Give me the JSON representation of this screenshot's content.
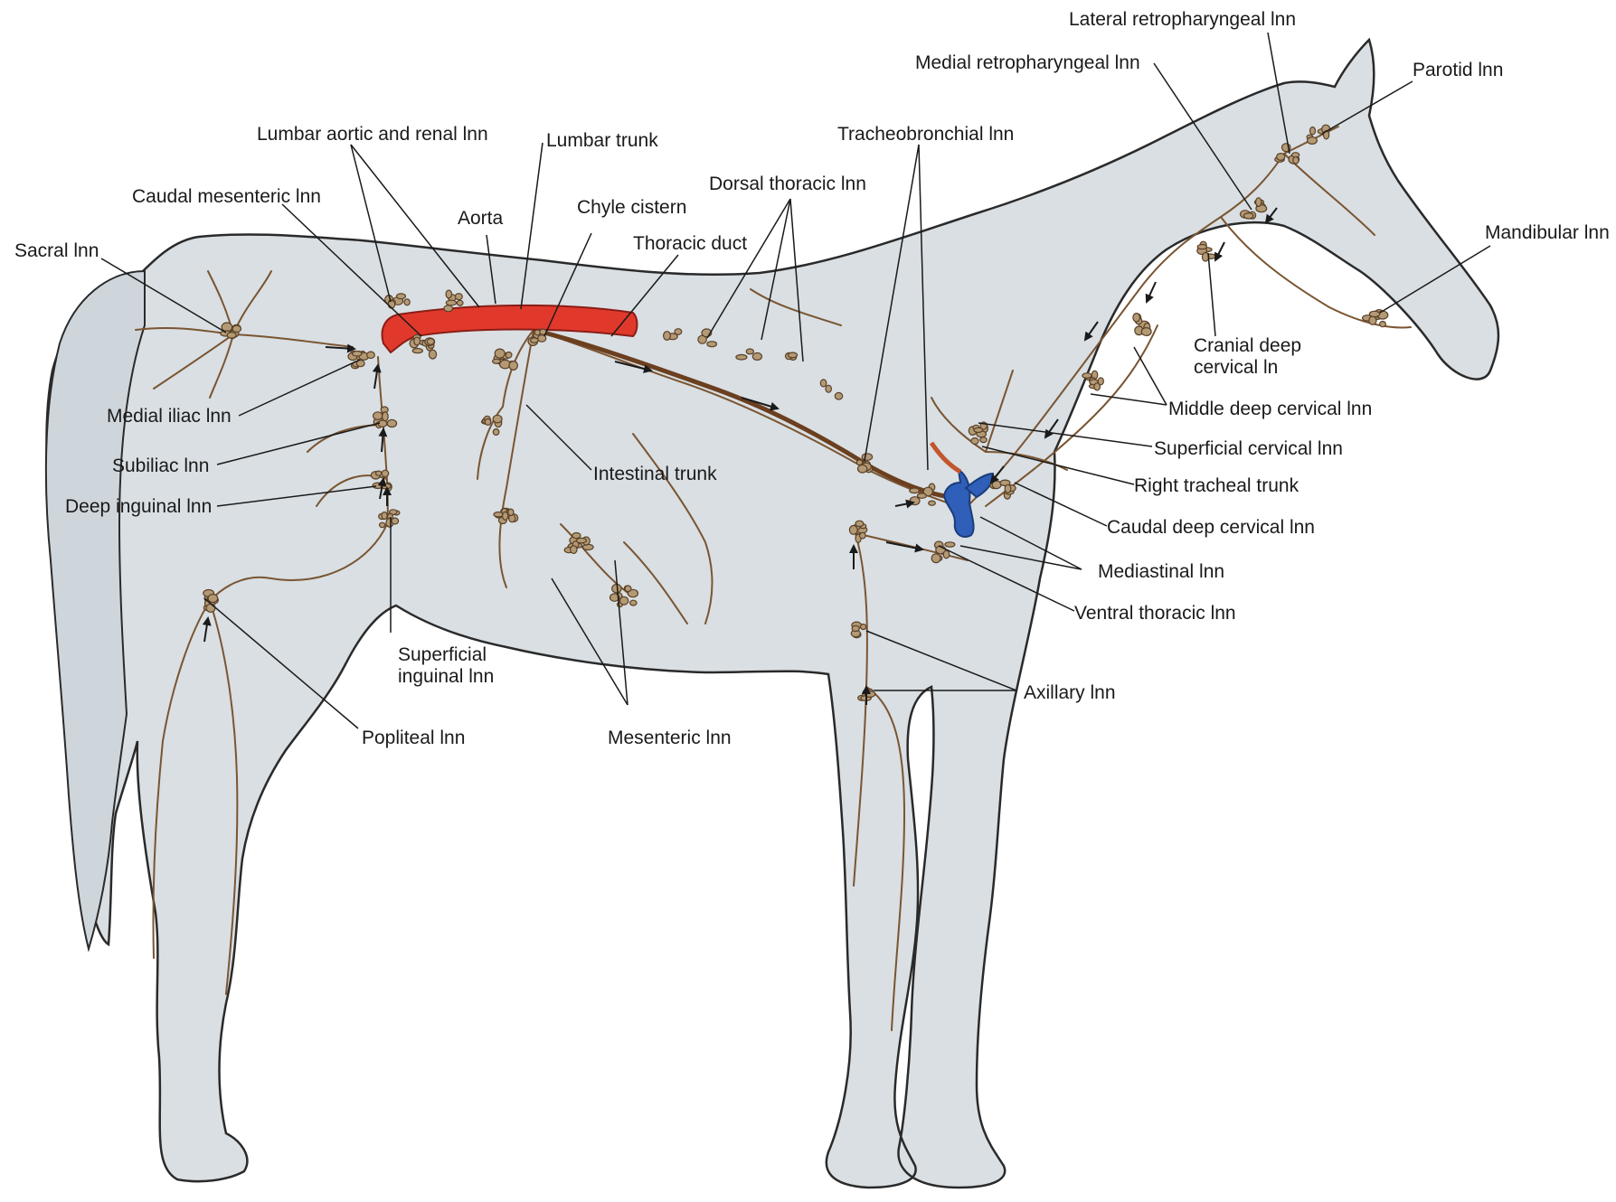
{
  "diagram": {
    "colors": {
      "body_fill": "#d9dfe3",
      "outline": "#2a2a2a",
      "lymph_vessel": "#7a5532",
      "lymph_node": "#b39a74",
      "aorta": "#e0392c",
      "vena": "#2f5fb8"
    },
    "labels": {
      "lateral_retropharyngeal": "Lateral retropharyngeal lnn",
      "medial_retropharyngeal": "Medial retropharyngeal lnn",
      "parotid": "Parotid lnn",
      "lumbar_aortic_renal": "Lumbar aortic and renal lnn",
      "lumbar_trunk": "Lumbar trunk",
      "tracheobronchial": "Tracheobronchial lnn",
      "caudal_mesenteric": "Caudal mesenteric lnn",
      "dorsal_thoracic": "Dorsal thoracic lnn",
      "aorta": "Aorta",
      "chyle_cistern": "Chyle cistern",
      "thoracic_duct": "Thoracic duct",
      "mandibular": "Mandibular lnn",
      "sacral": "Sacral lnn",
      "cranial_deep_cervical_line1": "Cranial deep",
      "cranial_deep_cervical_line2": "cervical ln",
      "middle_deep_cervical": "Middle deep cervical lnn",
      "medial_iliac": "Medial iliac lnn",
      "superficial_cervical": "Superficial cervical lnn",
      "subiliac": "Subiliac lnn",
      "intestinal_trunk": "Intestinal trunk",
      "right_tracheal_trunk": "Right tracheal trunk",
      "deep_inguinal": "Deep inguinal lnn",
      "caudal_deep_cervical": "Caudal deep cervical lnn",
      "mediastinal": "Mediastinal lnn",
      "ventral_thoracic": "Ventral thoracic lnn",
      "superficial_inguinal_line1": "Superficial",
      "superficial_inguinal_line2": "inguinal lnn",
      "axillary": "Axillary lnn",
      "popliteal": "Popliteal lnn",
      "mesenteric": "Mesenteric lnn"
    }
  }
}
